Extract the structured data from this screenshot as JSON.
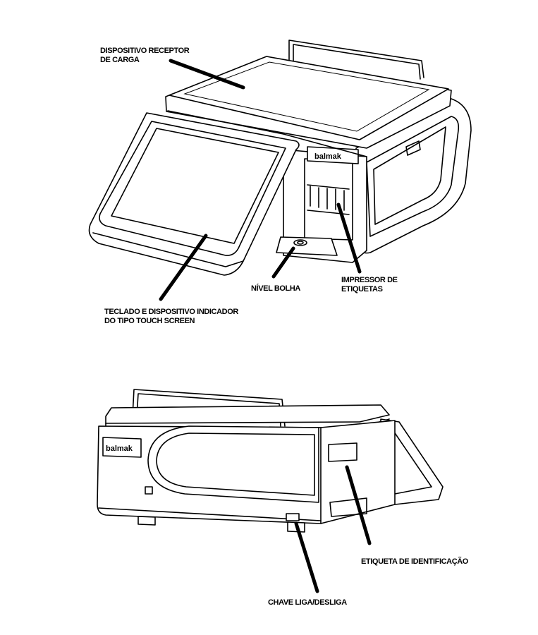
{
  "labels": {
    "load_receiver": [
      "DISPOSITIVO RECEPTOR",
      "DE CARGA"
    ],
    "keyboard_display": [
      "TECLADO E DISPOSITIVO INDICADOR",
      "DO TIPO TOUCH SCREEN"
    ],
    "bubble_level": "NÍVEL BOLHA",
    "label_printer": [
      "IMPRESSOR DE",
      "ETIQUETAS"
    ],
    "identification_tag": "ETIQUETA DE IDENTIFICAÇÃO",
    "power_switch": "CHAVE LIGA/DESLIGA"
  },
  "brand_logo": "balmak"
}
